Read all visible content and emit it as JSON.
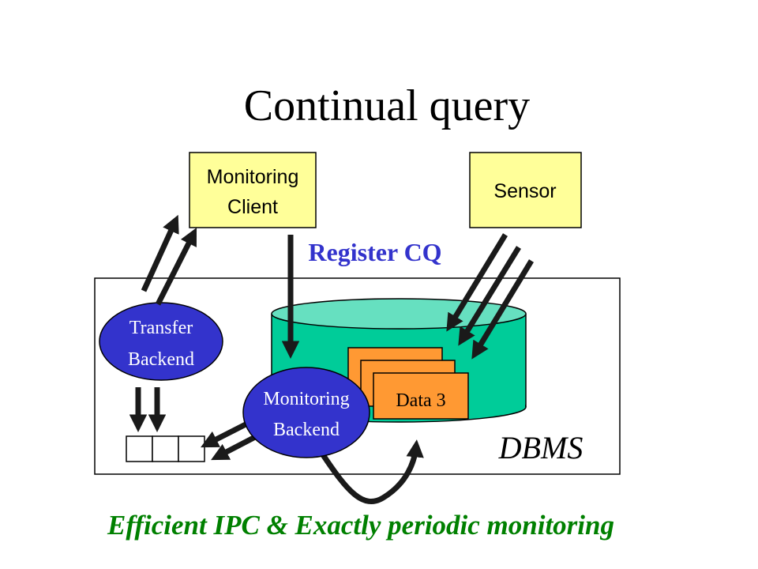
{
  "title": "Continual query",
  "boxes": {
    "monitoring_client": [
      "Monitoring",
      "Client"
    ],
    "sensor": "Sensor"
  },
  "register_label": "Register CQ",
  "transfer_backend": [
    "Transfer",
    "Backend"
  ],
  "monitoring_backend": [
    "Monitoring",
    "Backend"
  ],
  "data_label": "Data 3",
  "dbms_label": "DBMS",
  "footer": "Efficient IPC & Exactly periodic monitoring",
  "colors": {
    "box_fill": "#ffff99",
    "ellipse_fill": "#3333cc",
    "ellipse_text": "#ffffff",
    "cylinder_fill": "#00cc99",
    "cylinder_top": "#66e0c0",
    "data_fill": "#ff9933",
    "accent_text": "#3333cc",
    "footer_text": "#008000",
    "arrow": "#1a1a1a"
  }
}
